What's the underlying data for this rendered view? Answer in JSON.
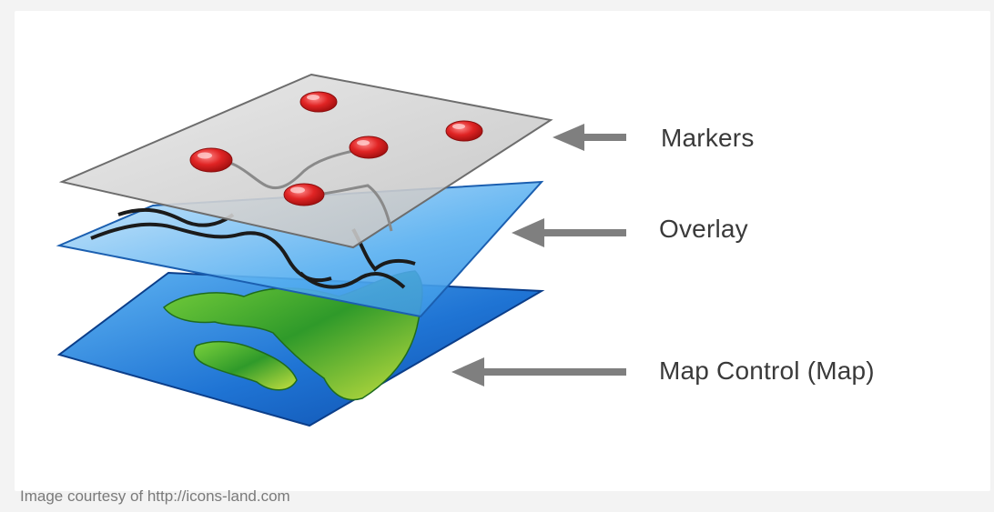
{
  "labels": {
    "markers": "Markers",
    "overlay": "Overlay",
    "map": "Map Control (Map)"
  },
  "caption": "Image courtesy of http://icons-land.com",
  "colors": {
    "arrow": "#7f7f7f",
    "marker_red": "#e02424",
    "overlay_blue": "#4aa6ea",
    "map_blue": "#1d6fd0",
    "land_green": "#3aa23a",
    "sheet_gray": "#c9c9c9"
  },
  "icons": [
    "arrow-left-icon",
    "marker-pin-icon"
  ]
}
